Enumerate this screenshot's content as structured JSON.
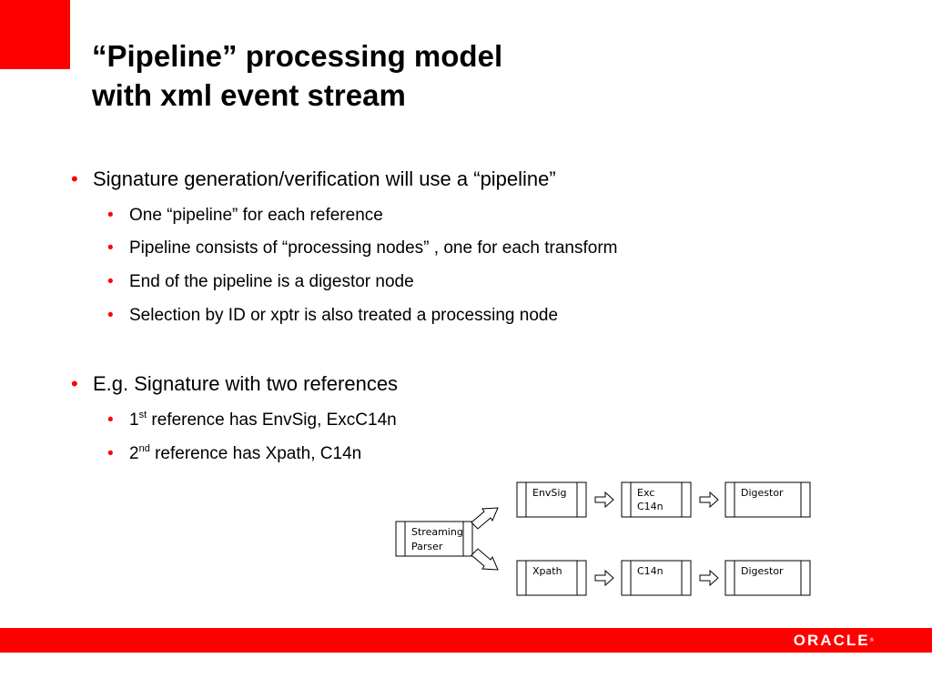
{
  "colors": {
    "accent": "#ff0000",
    "text": "#000000",
    "background": "#ffffff"
  },
  "title": {
    "line1": "“Pipeline” processing model",
    "line2": "with xml event stream"
  },
  "bullets": {
    "b1": {
      "text": "Signature generation/verification will use a “pipeline”"
    },
    "b1_1": {
      "text": "One “pipeline” for each reference"
    },
    "b1_2": {
      "text": "Pipeline consists of “processing nodes” , one for each transform"
    },
    "b1_3": {
      "text": "End of the pipeline is a digestor node"
    },
    "b1_4": {
      "text": "Selection by ID or xptr is also treated a processing node"
    },
    "b2": {
      "text": "E.g. Signature with two references"
    },
    "b2_1": {
      "num": "1",
      "sup": "st",
      "text": " reference has EnvSig, ExcC14n"
    },
    "b2_2": {
      "num": "2",
      "sup": "nd",
      "text": " reference has Xpath, C14n"
    }
  },
  "diagram": {
    "source": {
      "line1": "Streaming",
      "line2": "Parser"
    },
    "row1": {
      "n1": "EnvSig",
      "n2a": "Exc",
      "n2b": "C14n",
      "n3": "Digestor"
    },
    "row2": {
      "n1": "Xpath",
      "n2": "C14n",
      "n3": "Digestor"
    }
  },
  "footer": {
    "logo_text": "ORACLE",
    "logo_mark": "®"
  }
}
